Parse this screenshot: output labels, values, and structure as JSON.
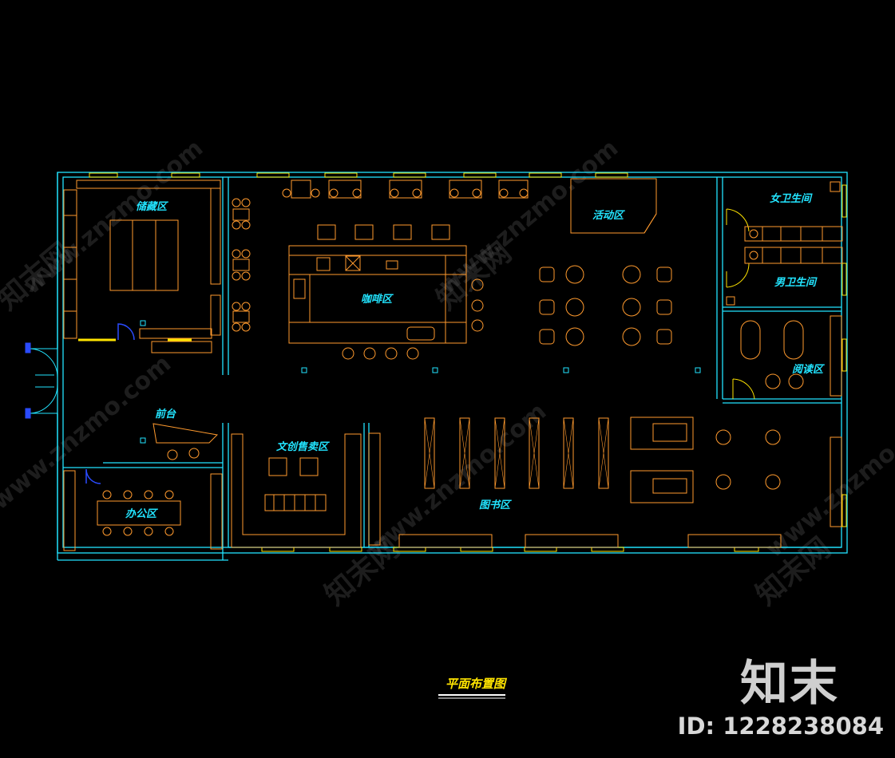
{
  "drawing_title": "平面布置图",
  "rooms": {
    "storage": "储藏区",
    "activity": "活动区",
    "womens_restroom": "女卫生间",
    "mens_restroom": "男卫生间",
    "cafe": "咖啡区",
    "reading": "阅读区",
    "front_desk": "前台",
    "stationery_sales": "文创售卖区",
    "office": "办公区",
    "library": "图书区"
  },
  "watermarks": {
    "url_text": "www.znzmo.com",
    "cn_text": "知末网"
  },
  "brand": {
    "logo_text": "知末",
    "id_text": "ID: 1228238084"
  },
  "colors": {
    "background": "#000000",
    "wall": "#22e4ff",
    "furniture": "#ff9a2e",
    "label": "#22e4ff",
    "title": "#ffe400",
    "door": "#2a4bff"
  }
}
